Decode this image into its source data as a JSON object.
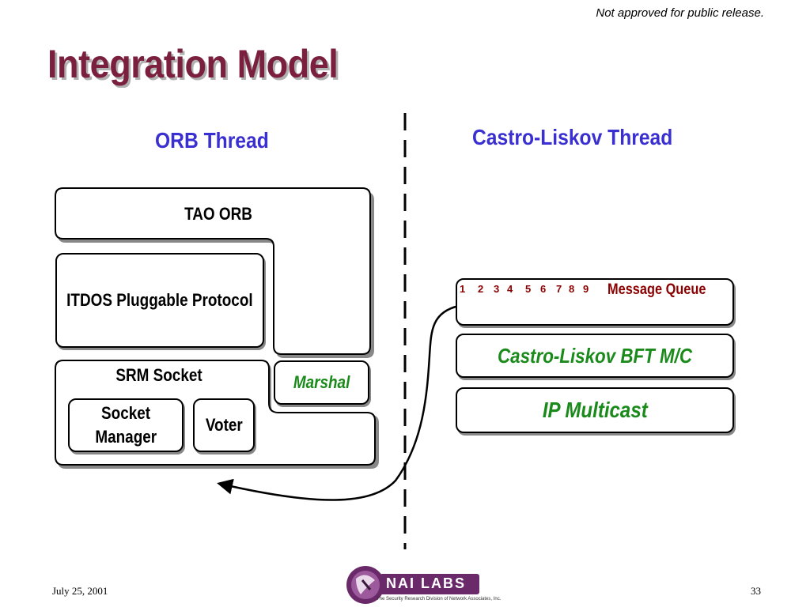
{
  "header": {
    "confidentiality": "Not approved for public release."
  },
  "title": "Integration Model",
  "threads": {
    "left": "ORB Thread",
    "right": "Castro-Liskov Thread"
  },
  "orb_side": {
    "tao_orb": "TAO ORB",
    "itdos_protocol": "ITDOS Pluggable Protocol",
    "srm_socket": "SRM Socket",
    "marshal": "Marshal",
    "socket_manager_line1": "Socket",
    "socket_manager_line2": "Manager",
    "voter": "Voter"
  },
  "cl_side": {
    "queue_numbers": [
      "1",
      "2",
      "3",
      "4",
      "5",
      "6",
      "7",
      "8",
      "9"
    ],
    "message_queue": "Message Queue",
    "bft": "Castro-Liskov BFT M/C",
    "ip_multicast": "IP Multicast"
  },
  "footer": {
    "date": "July 25, 2001",
    "logo_text": "NAI LABS",
    "logo_subtext": "The Security Research Division of Network Associates, Inc.",
    "page_number": "33"
  },
  "colors": {
    "title": "#7a1f3d",
    "thread_titles": "#3a2fd0",
    "green_labels": "#1a8a1a",
    "queue_numbers": "#8b0000"
  }
}
